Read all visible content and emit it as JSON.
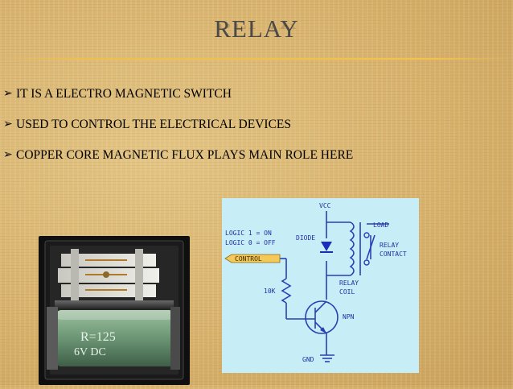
{
  "slide": {
    "title": "RELAY",
    "bullet_marker": "➢",
    "bullets": [
      "IT IS A ELECTRO MAGNETIC SWITCH",
      "USED TO  CONTROL THE ELECTRICAL DEVICES",
      "COPPER CORE MAGNETIC FLUX PLAYS MAIN ROLE HERE"
    ]
  },
  "photo": {
    "label_line1": "R=125",
    "label_line2": "6V  DC"
  },
  "schematic": {
    "vcc": "VCC",
    "load": "LOAD",
    "logic1": "LOGIC 1 = ON",
    "logic0": "LOGIC 0 = OFF",
    "diode": "DIODE",
    "relay_contact_1": "RELAY",
    "relay_contact_2": "CONTACT",
    "control": "CONTROL",
    "resistor": "10K",
    "relay_coil_1": "RELAY",
    "relay_coil_2": "COIL",
    "npn": "NPN",
    "gnd": "GND"
  },
  "colors": {
    "background": "#d9b774",
    "rule": "#efbf4a",
    "title": "#4a4a4a",
    "schematic_bg": "#c7eef7",
    "wire": "#2b3fb3",
    "control_tag": "#f5c85a",
    "diode": "#1d2db8"
  },
  "icons": [
    "bullet-arrow-icon",
    "relay-photo",
    "relay-circuit-diagram"
  ]
}
